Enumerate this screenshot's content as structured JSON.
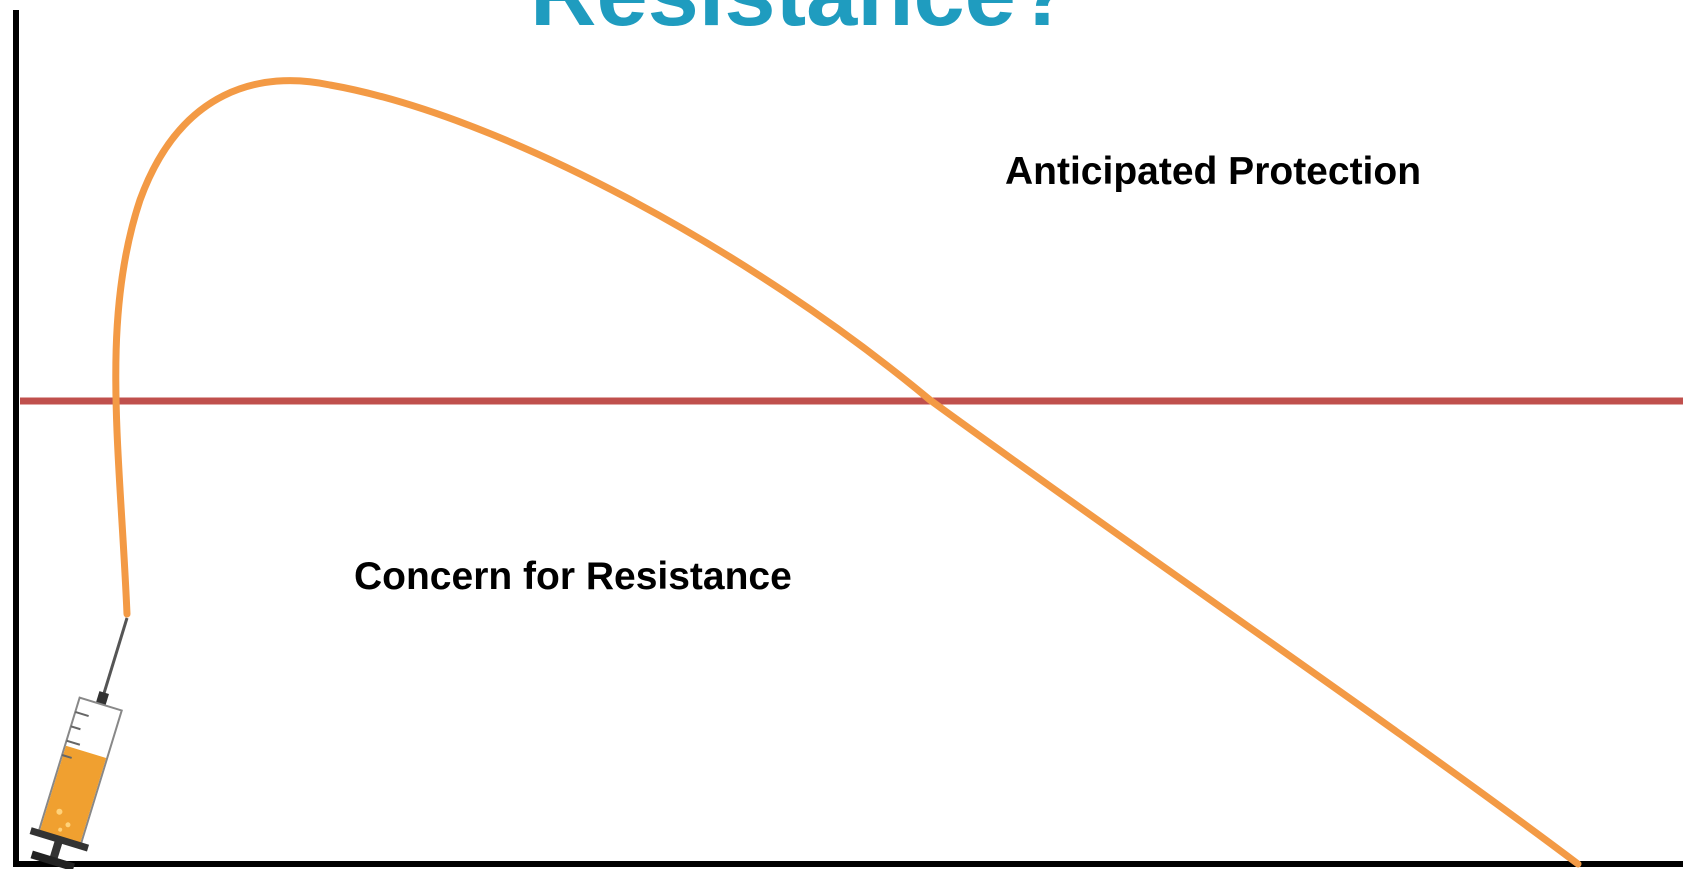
{
  "title": "Resistance?",
  "regions": {
    "above_threshold_label": "Anticipated Protection",
    "below_threshold_label": "Concern for Resistance"
  },
  "colors": {
    "title": "#1f9cbf",
    "curve": "#f39a45",
    "threshold": "#c0504d",
    "axes": "#000000",
    "syringe_fill": "#f0a030"
  },
  "icons": {
    "syringe": "syringe-icon"
  }
}
